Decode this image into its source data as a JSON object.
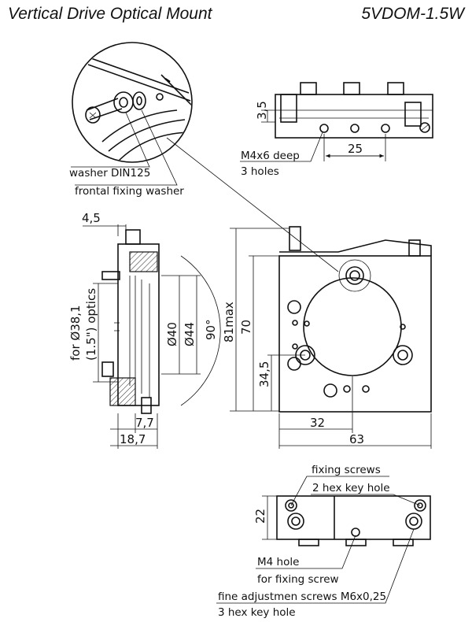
{
  "header": {
    "title": "Vertical Drive Optical Mount",
    "model": "5VDOM-1.5W"
  },
  "callouts": {
    "washer": "washer DIN125",
    "frontal_washer": "frontal fixing washer",
    "m4_deep": "M4x6 deep",
    "three_holes": "3 holes",
    "fixing_screws": "fixing screws",
    "hex_key_2": "2 hex key hole",
    "m4_hole": "M4 hole",
    "for_fixing_screw": "for fixing screw",
    "fine_adjust": "fine adjustmen screws M6x0,25",
    "hex_key_3": "3 hex key hole"
  },
  "dimensions": {
    "top_height": "3,5",
    "top_spacing": "25",
    "side_top": "4,5",
    "optics_dia": "for Ø38,1",
    "optics_inch": "(1.5\") optics",
    "d40": "Ø40",
    "d44": "Ø44",
    "angle": "90°",
    "max_height": "81max",
    "height70": "70",
    "height345": "34,5",
    "width32": "32",
    "width63": "63",
    "side77": "7,7",
    "side187": "18,7",
    "bottom22": "22"
  }
}
